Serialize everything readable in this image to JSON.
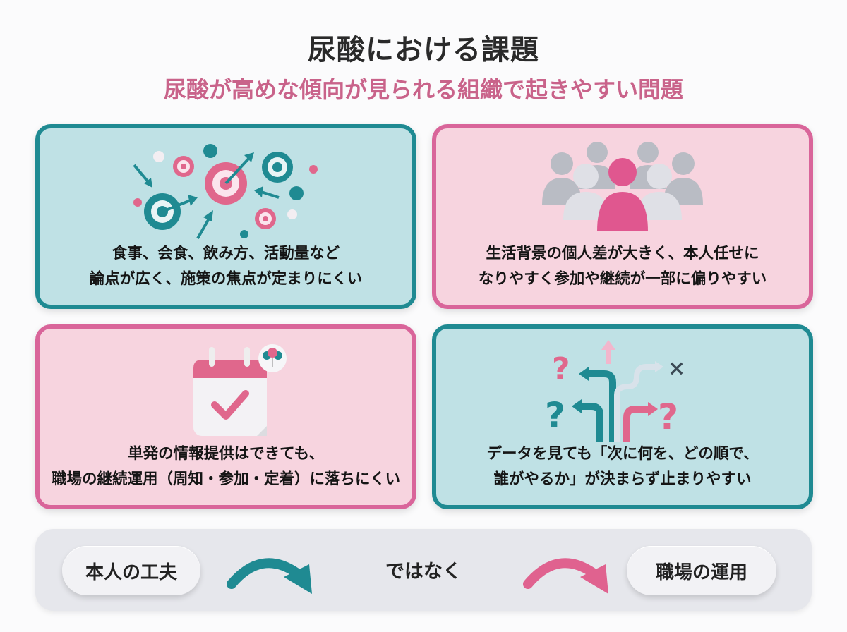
{
  "header": {
    "title": "尿酸における課題",
    "subtitle": "尿酸が高めな傾向が見られる組織で起きやすい問題"
  },
  "cards": [
    {
      "theme": "teal",
      "icon": "targets-scattered-icon",
      "lines": [
        "食事、会食、飲み方、活動量など",
        "論点が広く、施策の焦点が定まりにくい"
      ]
    },
    {
      "theme": "pink",
      "icon": "group-people-icon",
      "lines": [
        "生活背景の個人差が大きく、本人任せに",
        "なりやすく参加や継続が一部に偏りやすい"
      ]
    },
    {
      "theme": "pink",
      "icon": "calendar-check-balloon-icon",
      "lines": [
        "単発の情報提供はできても、",
        "職場の継続運用（周知・参加・定着）に落ちにくい"
      ]
    },
    {
      "theme": "teal",
      "icon": "confused-directions-icon",
      "lines": [
        "データを見ても「次に何を、どの順で、",
        "誰がやるか」が決まらず止まりやすい"
      ]
    }
  ],
  "bottom": {
    "left_label": "本人の工夫",
    "middle_label": "ではなく",
    "right_label": "職場の運用"
  },
  "colors": {
    "teal": "#1f8a92",
    "teal_bg": "#bfe1e5",
    "pink": "#d9659a",
    "pink_bg": "#f7d4df",
    "subtitle": "#c9638a",
    "bottom_bg": "#e6e7ec"
  }
}
